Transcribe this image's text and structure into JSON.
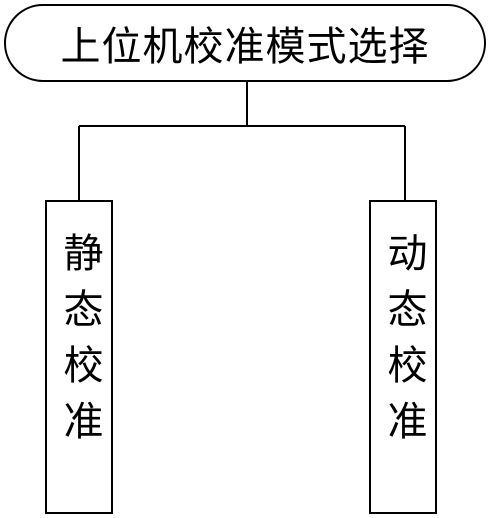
{
  "root": {
    "label": "上位机校准模式选择"
  },
  "children": [
    {
      "label": "静态校准"
    },
    {
      "label": "动态校准"
    }
  ]
}
